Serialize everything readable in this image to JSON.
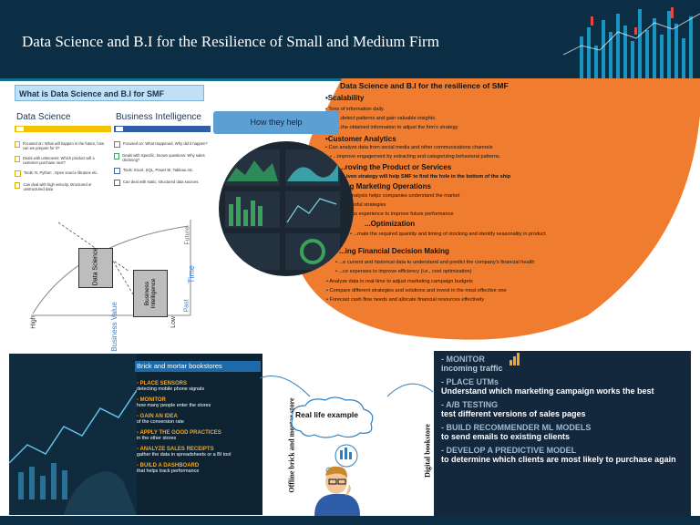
{
  "header": {
    "title": "Data Science and B.I for the Resilience of Small and Medium Firm"
  },
  "left": {
    "what_title": "What is Data Science and B.I for SMF",
    "ds_title": "Data Science",
    "bi_title": "Business Intelligence",
    "ds_items": [
      "Focused on: What will happen in the future, how can we prepare for it?",
      "Deals with unknowns: Which product will a customer purchase next?",
      "Tools: R, Python , Open source libraries etc.",
      "Can deal with high velocity, structured or unstructured data"
    ],
    "bi_items": [
      "Focused on: What Happened, Why did it happen?",
      "Deals with Specific, known questions: Why sales declining?",
      "Tools: Excel, SQL, Power BI, Tableau etc.",
      "Can deal with static, structured data sources."
    ],
    "diagram": {
      "data_science": "Data Science",
      "business_intelligence": "Business Intelligence",
      "future": "Future",
      "time": "Time",
      "past": "Past",
      "high": "High",
      "low": "Low",
      "business_value": "Business Value"
    }
  },
  "how": "How they help",
  "orange": {
    "title": "Data Science and B.I for the resilience of SMF",
    "sections": [
      {
        "heading": "•Scalability",
        "lines": [
          "• Tons of information daily.",
          "• ...detect patterns and gain valuable insights.",
          "• ...the obtained information to adjust the firm's strategy"
        ]
      },
      {
        "heading": "•Customer Analytics",
        "lines": [
          "• Can analyze data from social media and other communications channels",
          "• ...improve engagement by extracting and categorizing behavioral patterns."
        ]
      },
      {
        "heading": "...roving the Product or Services",
        "lines": [
          "• ...iven strategy will help SMF to find the hole in the bottom of the ship"
        ]
      },
      {
        "heading": "...ng Marketing Operations",
        "lines": [
          "• ...nalysis helps companies understand the market",
          "• ...ssful strategies",
          "• ...us experience to improve future performance"
        ]
      },
      {
        "heading": "...Optimization",
        "lines": [
          "• ...mate the required quantity and timing of stocking and identify seasonality in product"
        ]
      },
      {
        "heading": "...ing Financial Decision Making",
        "lines": [
          "• ...e current and historical data to understand and predict the  company's financial health",
          "• ...ce expenses to improve efficiency (i.e., cost optimization)",
          "• Analyze data in real-time to adjust marketing campaign budgets",
          "• Compare different strategies and solutions and invest in the most effective one",
          "• Forecast cash flow needs and allocate financial resources effectively"
        ]
      }
    ]
  },
  "bottom": {
    "brick_title": "Brick and mortar bookstores",
    "brick_items": [
      {
        "h": "- PLACE SENSORS",
        "d": "detecting mobile phone signals"
      },
      {
        "h": "- MONITOR",
        "d": "how many people enter the stores"
      },
      {
        "h": "- GAIN AN IDEA",
        "d": "of the conversion rate"
      },
      {
        "h": "- APPLY THE GOOD PRACTICES",
        "d": "in the other stores"
      },
      {
        "h": "- ANALYZE SALES RECEIPTS",
        "d": "gather the data in spreadsheets or a BI tool"
      },
      {
        "h": "- BUILD A DASHBOARD",
        "d": "that helps track performance"
      }
    ],
    "offline_label": "Offline brick and mortar store",
    "digital_label": "Digital bookstore",
    "real_life": "Real life example",
    "digital_items": [
      {
        "h": "- MONITOR",
        "d": "incoming traffic"
      },
      {
        "h": "- PLACE UTMs",
        "d": "Understand which marketing campaign works the best"
      },
      {
        "h": "- A/B TESTING",
        "d": "test different versions of sales pages"
      },
      {
        "h": "- BUILD RECOMMENDER ML MODELS",
        "d": "to send emails to existing clients"
      },
      {
        "h": "- DEVELOP A PREDICTIVE MODEL",
        "d": "to determine which clients are most likely to purchase again"
      }
    ]
  },
  "colors": {
    "header_bg": "#0b2e45",
    "orange": "#f07d2f",
    "accent_blue": "#5c9fd3",
    "ds_bar": "#f5c200",
    "bi_bar": "#2f5da8"
  }
}
